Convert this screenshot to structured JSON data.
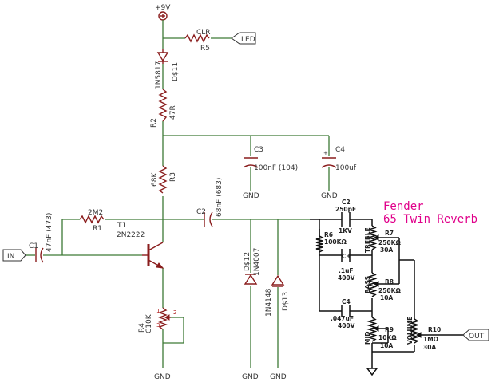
{
  "labels": {
    "vcc": "+9V",
    "r5_name": "CLR",
    "r5_ref": "R5",
    "led": "LED",
    "d11_part": "1N5817",
    "d11_ref": "D$11",
    "r2_ref": "R2",
    "r2_val": "47R",
    "c3_ref": "C3",
    "c3_val": "100nF (104)",
    "c4_ref": "C4",
    "c4_val": "100uf",
    "gnd": "GND",
    "r3_val": "68K",
    "r3_ref": "R3",
    "c2_ref": "C2",
    "c2_val": "68nF (683)",
    "r1_val": "2M2",
    "r1_ref": "R1",
    "t1_ref": "T1",
    "t1_part": "2N2222",
    "in": "IN",
    "c1_ref": "C1",
    "c1_val": "47nF (473)",
    "d12_ref": "D$12",
    "d12_part": "1N4007",
    "d13_part": "1N4148",
    "d13_ref": "D$13",
    "r4_ref": "R4",
    "r4_val": "C10K",
    "r4_pin1": "1",
    "r4_pin2": "2",
    "r4_pin3": "3",
    "out": "OUT"
  },
  "fender": {
    "title_line1": "Fender",
    "title_line2": "65 Twin Reverb",
    "c2_ref": "C2",
    "c2_val": "250pF",
    "c2_volt": "1KV",
    "r6_ref": "R6",
    "r6_val": "100KΩ",
    "treble": "TREBLE",
    "r7_ref": "R7",
    "r7_val": "250KΩ",
    "r7_taper": "30A",
    "c3_ref": "C3",
    "c3_val": ".1uF",
    "c3_volt": "400V",
    "bass": "BASS",
    "r8_ref": "R8",
    "r8_val": "250KΩ",
    "r8_taper": "10A",
    "c4_ref": "C4",
    "c4_val": ".047uF",
    "c4_volt": "400V",
    "mid": "MID",
    "r9_ref": "R9",
    "r9_val": "10KΩ",
    "r9_taper": "10A",
    "volume": "VOLUME",
    "r10_ref": "R10",
    "r10_val": "1MΩ",
    "r10_taper": "30A"
  }
}
